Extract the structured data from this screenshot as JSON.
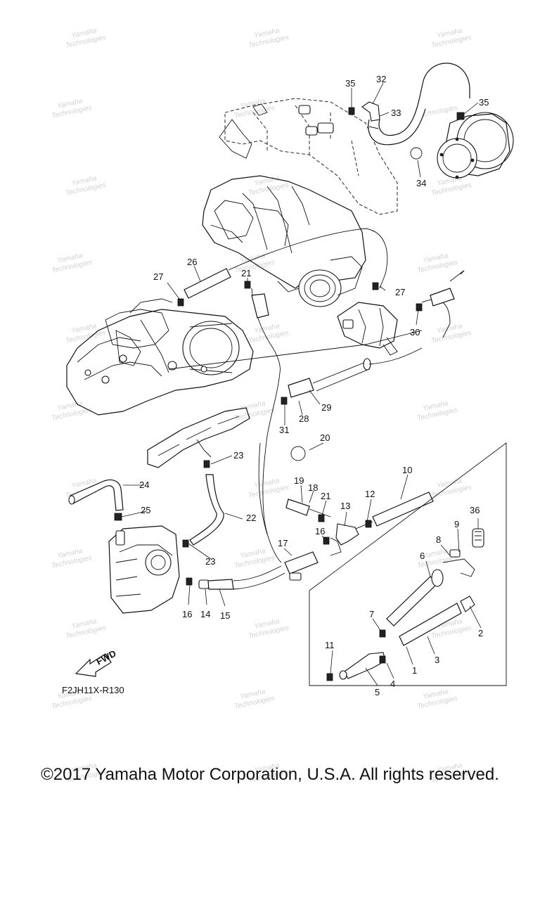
{
  "diagram": {
    "reference_code": "F2JH11X-R130",
    "fwd_arrow_label": "FWD",
    "copyright": "©2017 Yamaha Motor Corporation, U.S.A. All rights reserved.",
    "watermark_lines": [
      "Yamaha",
      "Technologies"
    ],
    "part_callouts": [
      "1",
      "2",
      "3",
      "4",
      "5",
      "6",
      "7",
      "8",
      "9",
      "10",
      "11",
      "12",
      "13",
      "14",
      "15",
      "16",
      "16",
      "17",
      "18",
      "19",
      "20",
      "21",
      "21",
      "22",
      "23",
      "23",
      "24",
      "25",
      "26",
      "27",
      "27",
      "28",
      "29",
      "30",
      "31",
      "32",
      "33",
      "34",
      "35",
      "35",
      "36"
    ]
  }
}
